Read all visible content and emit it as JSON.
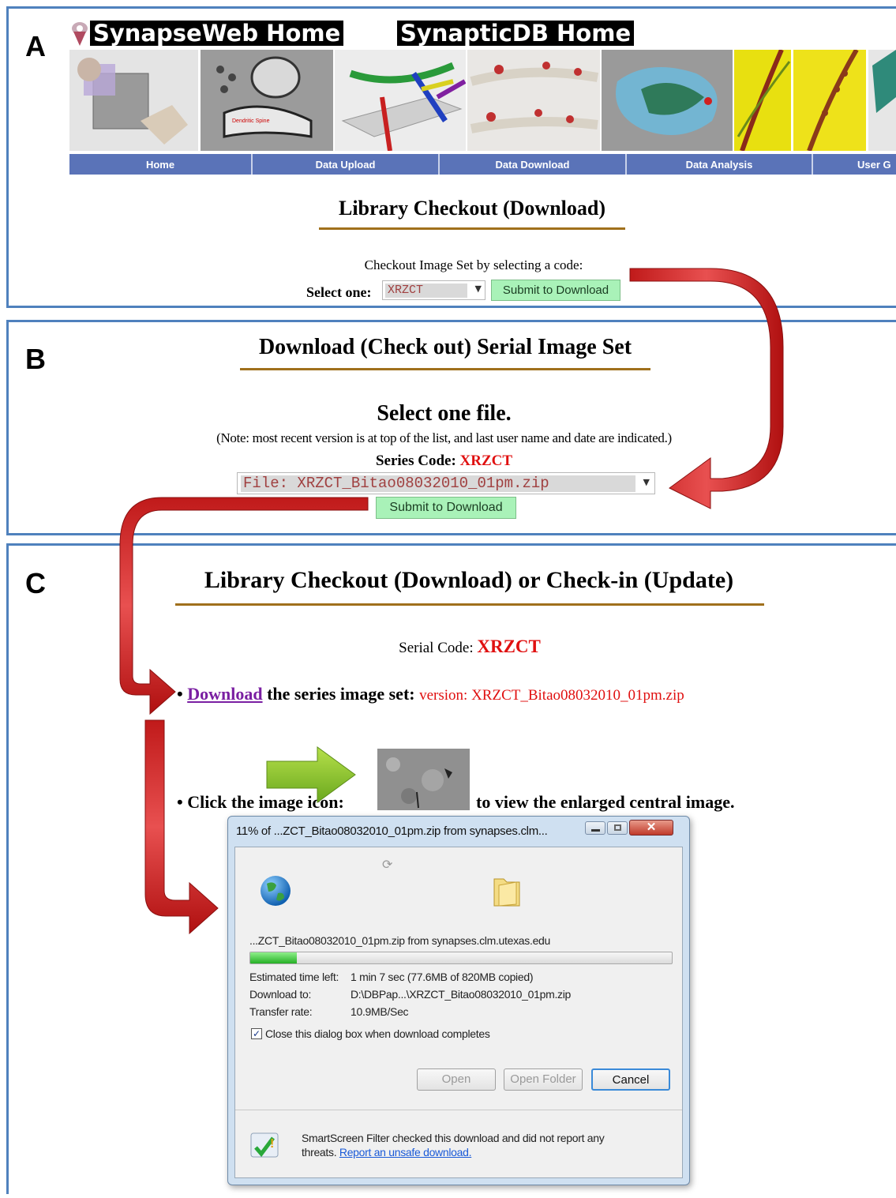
{
  "panels": {
    "a": {
      "label": "A",
      "banner": {
        "left_title": "SynapseWeb Home",
        "right_title": "SynapticDB Home"
      },
      "nav": [
        "Home",
        "Data Upload",
        "Data Download",
        "Data Analysis",
        "User G"
      ],
      "title": "Library Checkout (Download)",
      "prompt": "Checkout Image Set by selecting a code:",
      "select_label": "Select one:",
      "select_value": "XRZCT",
      "submit_label": "Submit to Download"
    },
    "b": {
      "label": "B",
      "title": "Download (Check out) Serial Image Set",
      "subtitle": "Select one file.",
      "note": "(Note: most recent version is at top of the list, and last user name and date are indicated.)",
      "series_label": "Series Code:",
      "series_code": "XRZCT",
      "file_value": "File: XRZCT_Bitao08032010_01pm.zip",
      "submit_label": "Submit to Download"
    },
    "c": {
      "label": "C",
      "title": "Library Checkout (Download) or Check-in (Update)",
      "serial_label": "Serial Code:",
      "serial_code": "XRZCT",
      "bullet1": {
        "link": "Download",
        "text": " the series image set: ",
        "version": "version: XRZCT_Bitao08032010_01pm.zip"
      },
      "bullet2": {
        "pre": "Click the image icon:",
        "post": "to view the enlarged central image."
      }
    }
  },
  "dialog": {
    "title": "11% of ...ZCT_Bitao08032010_01pm.zip from synapses.clm...",
    "file_line": "...ZCT_Bitao08032010_01pm.zip from synapses.clm.utexas.edu",
    "progress": 0.11,
    "rows": [
      {
        "label": "Estimated time left:",
        "value": "1 min 7 sec (77.6MB of 820MB copied)"
      },
      {
        "label": "Download to:",
        "value": "D:\\DBPap...\\XRZCT_Bitao08032010_01pm.zip"
      },
      {
        "label": "Transfer rate:",
        "value": "10.9MB/Sec"
      }
    ],
    "checkbox_label": "Close this dialog box when download completes",
    "checkbox_checked": true,
    "buttons": {
      "open": "Open",
      "open_folder": "Open Folder",
      "cancel": "Cancel"
    },
    "smartscreen_text": "SmartScreen Filter checked this download and did not report any",
    "smartscreen_text2": "threats.",
    "smartscreen_link": "Report an unsafe download."
  },
  "colors": {
    "accent_red": "#e01010",
    "rule_brown": "#a0701c",
    "panel_border": "#4f81bd",
    "nav_blue": "#5a73b8",
    "button_green": "#a9f2b8",
    "link_purple": "#7a1fa2"
  },
  "icons": [
    "synapseweb-logo-icon",
    "globe-icon",
    "folder-icon",
    "smartscreen-shield-icon",
    "minimize-icon",
    "maximize-icon",
    "close-icon",
    "dropdown-arrow-icon"
  ]
}
